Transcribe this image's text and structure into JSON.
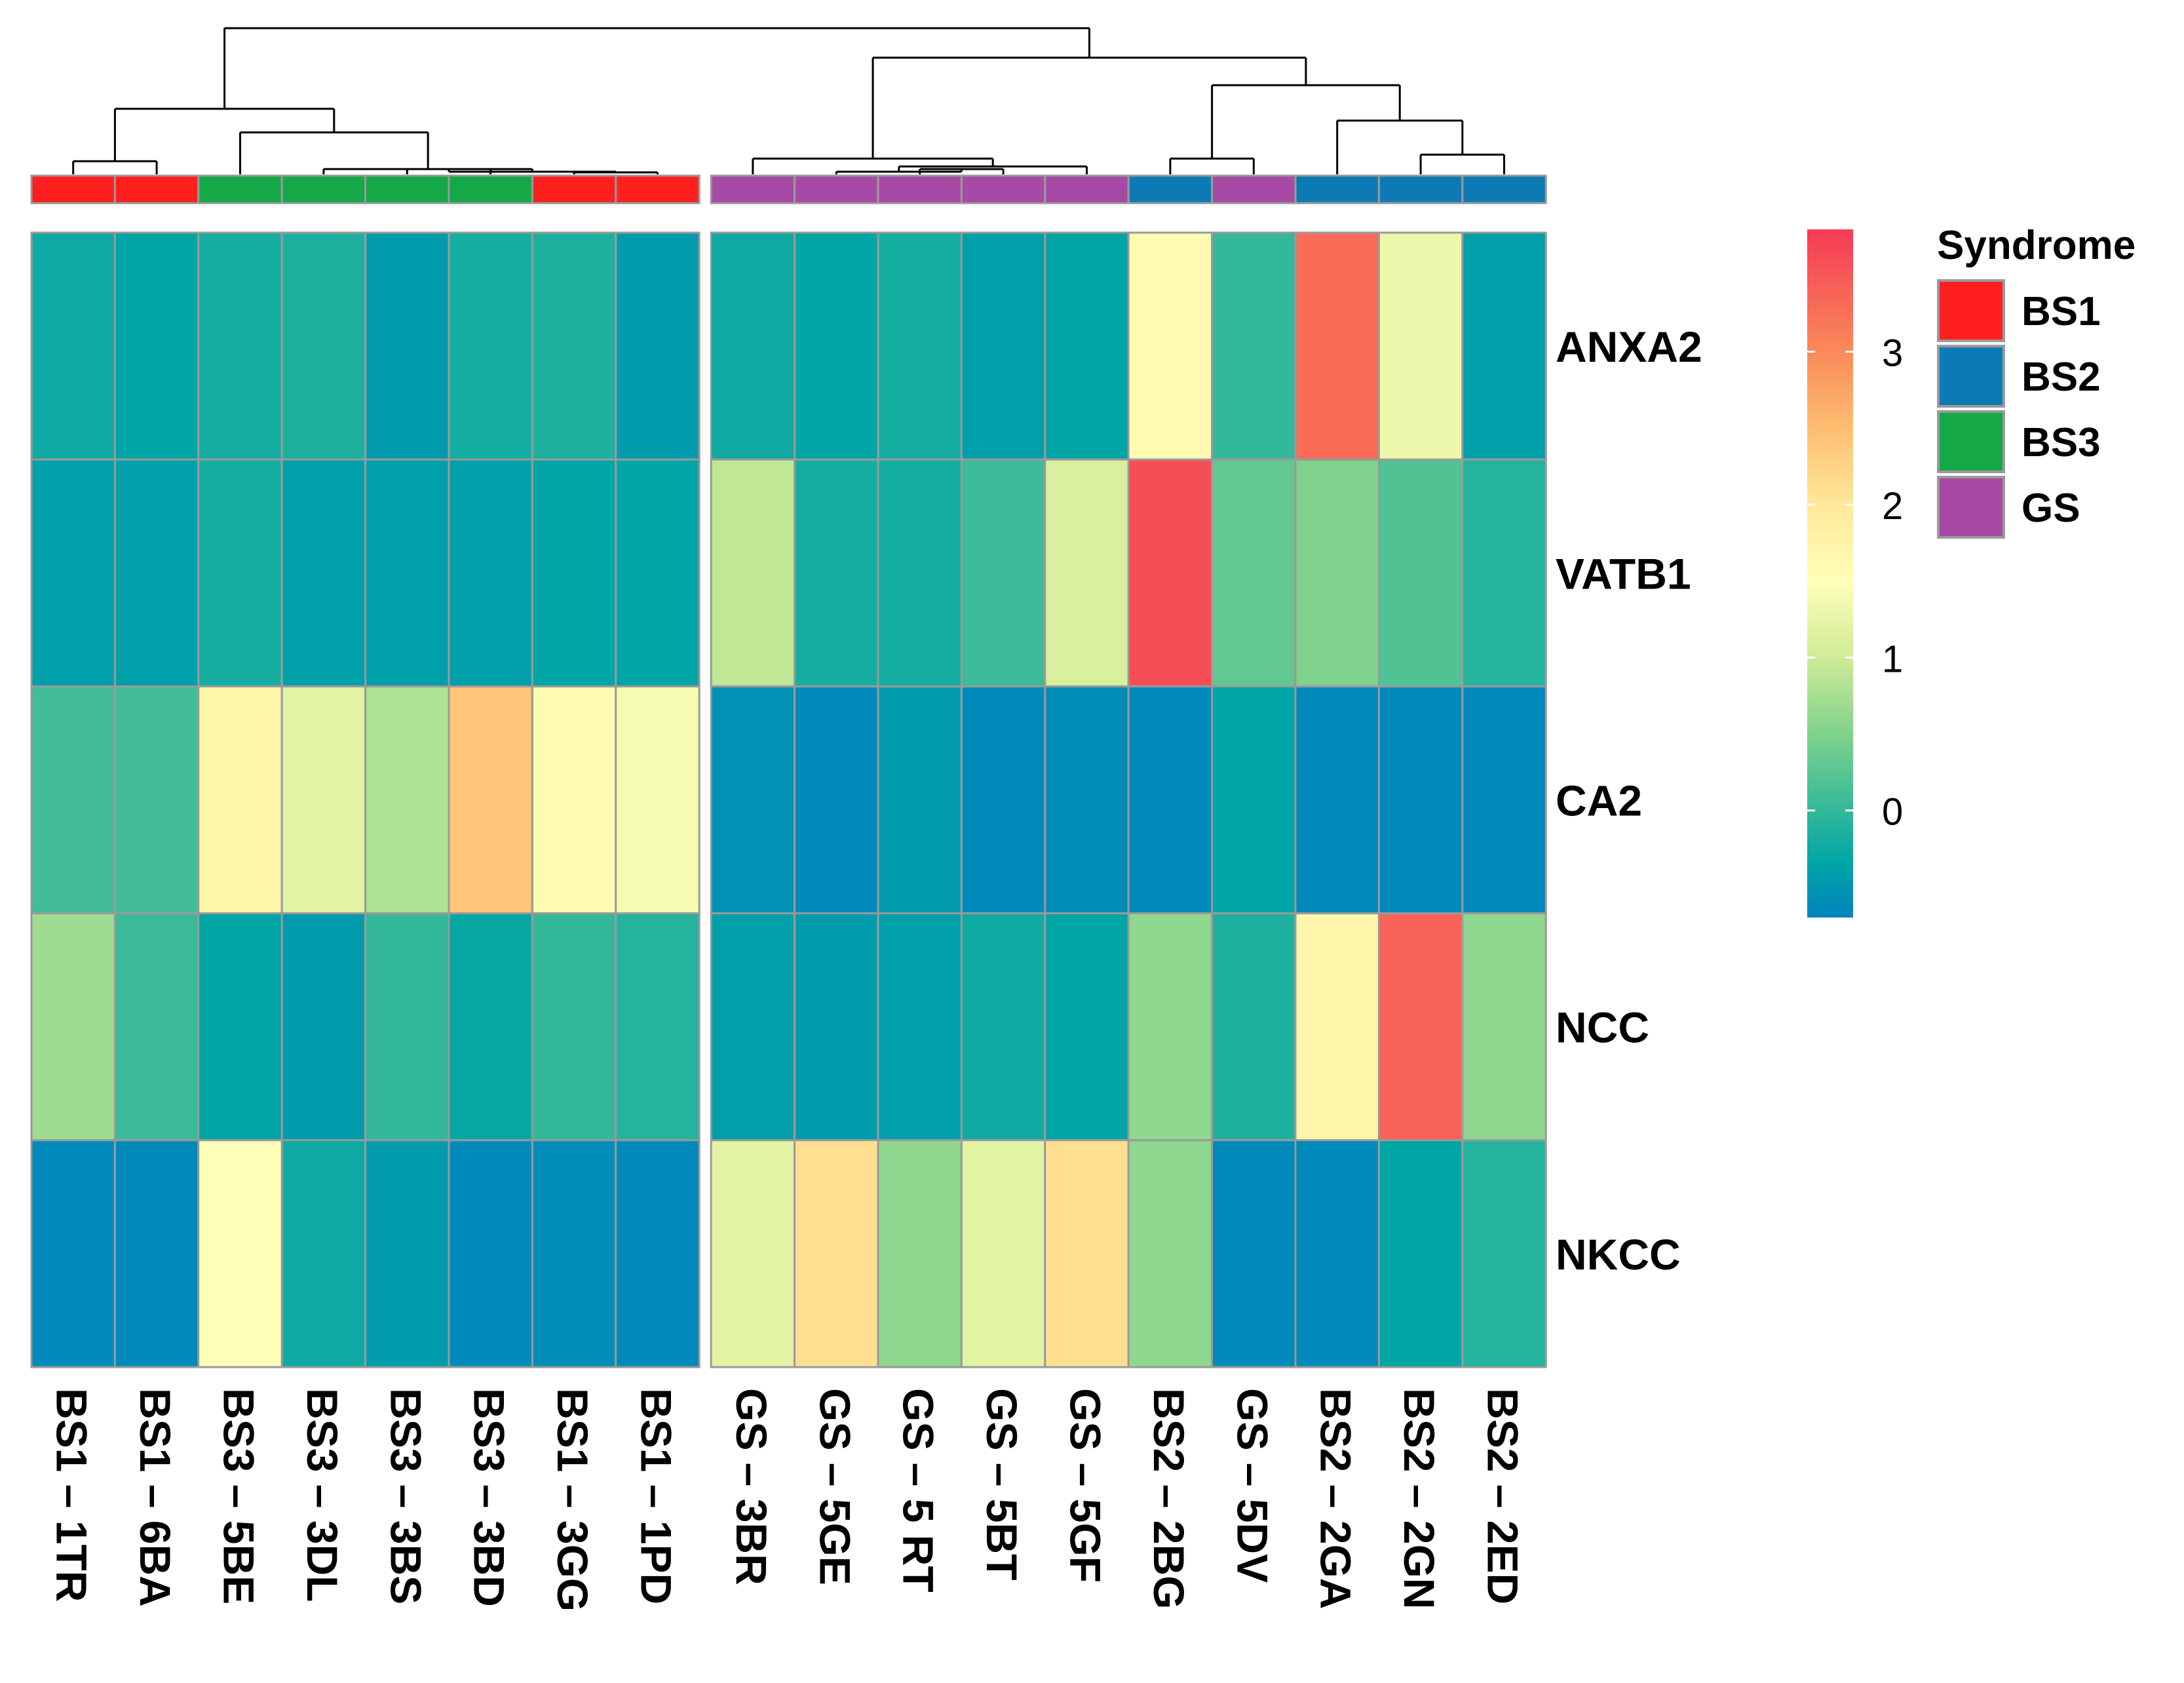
{
  "chart_data": {
    "type": "heatmap",
    "columns": [
      "BS1 – 1TR",
      "BS1 – 6BA",
      "BS3 – 5BE",
      "BS3 – 3DL",
      "BS3 – 3BS",
      "BS3 – 3BD",
      "BS1 – 3GG",
      "BS1 – 1PD",
      "GS – 3BR",
      "GS – 5GE",
      "GS – 5 RT",
      "GS – 5BT",
      "GS – 5GF",
      "BS2 – 2BG",
      "GS – 5DV",
      "BS2 – 2GA",
      "BS2 – 2GN",
      "BS2 – 2ED"
    ],
    "column_groups": [
      "BS1",
      "BS1",
      "BS3",
      "BS3",
      "BS3",
      "BS3",
      "BS1",
      "BS1",
      "GS",
      "GS",
      "GS",
      "GS",
      "GS",
      "BS2",
      "GS",
      "BS2",
      "BS2",
      "BS2"
    ],
    "rows": [
      "ANXA2",
      "VATB1",
      "CA2",
      "NCC",
      "NKCC"
    ],
    "values": [
      [
        -0.25,
        -0.35,
        -0.2,
        -0.15,
        -0.45,
        -0.2,
        -0.15,
        -0.45,
        -0.25,
        -0.35,
        -0.2,
        -0.4,
        -0.35,
        1.6,
        0.0,
        3.3,
        1.3,
        -0.4
      ],
      [
        -0.4,
        -0.4,
        -0.2,
        -0.4,
        -0.4,
        -0.4,
        -0.35,
        -0.35,
        0.9,
        -0.2,
        -0.2,
        0.05,
        1.1,
        3.6,
        0.3,
        0.5,
        0.2,
        -0.1
      ],
      [
        0.1,
        0.1,
        1.7,
        1.2,
        0.8,
        2.4,
        1.6,
        1.4,
        -0.55,
        -0.65,
        -0.45,
        -0.65,
        -0.6,
        -0.65,
        -0.35,
        -0.65,
        -0.65,
        -0.65
      ],
      [
        0.7,
        0.05,
        -0.35,
        -0.45,
        0.0,
        -0.3,
        0.0,
        -0.1,
        -0.4,
        -0.45,
        -0.4,
        -0.25,
        -0.35,
        0.6,
        -0.15,
        1.7,
        3.4,
        0.6
      ],
      [
        -0.65,
        -0.65,
        1.5,
        -0.25,
        -0.45,
        -0.65,
        -0.6,
        -0.65,
        1.2,
        2.1,
        0.6,
        1.2,
        2.1,
        0.6,
        -0.65,
        -0.65,
        -0.35,
        -0.1
      ]
    ],
    "color_scale": {
      "min": -0.7,
      "max": 3.8,
      "stops": [
        {
          "value": -0.7,
          "color": "#0084BF"
        },
        {
          "value": -0.35,
          "color": "#00A5A6"
        },
        {
          "value": 0.0,
          "color": "#33B89A"
        },
        {
          "value": 0.5,
          "color": "#7FD28C"
        },
        {
          "value": 1.0,
          "color": "#CFEC97"
        },
        {
          "value": 1.5,
          "color": "#FFFFB8"
        },
        {
          "value": 2.0,
          "color": "#FFE89A"
        },
        {
          "value": 2.5,
          "color": "#FDBE70"
        },
        {
          "value": 3.0,
          "color": "#FA8A5A"
        },
        {
          "value": 3.8,
          "color": "#F53A55"
        }
      ],
      "ticks": [
        0,
        1,
        2,
        3
      ]
    },
    "column_gap_after": 8,
    "legend": {
      "title": "Syndrome",
      "entries": [
        {
          "label": "BS1",
          "color": "#FF1F1F"
        },
        {
          "label": "BS2",
          "color": "#0C7BB5"
        },
        {
          "label": "BS3",
          "color": "#14A847"
        },
        {
          "label": "GS",
          "color": "#A64AA5"
        }
      ],
      "position": "right"
    },
    "grid": true,
    "dendrogram": "top"
  }
}
